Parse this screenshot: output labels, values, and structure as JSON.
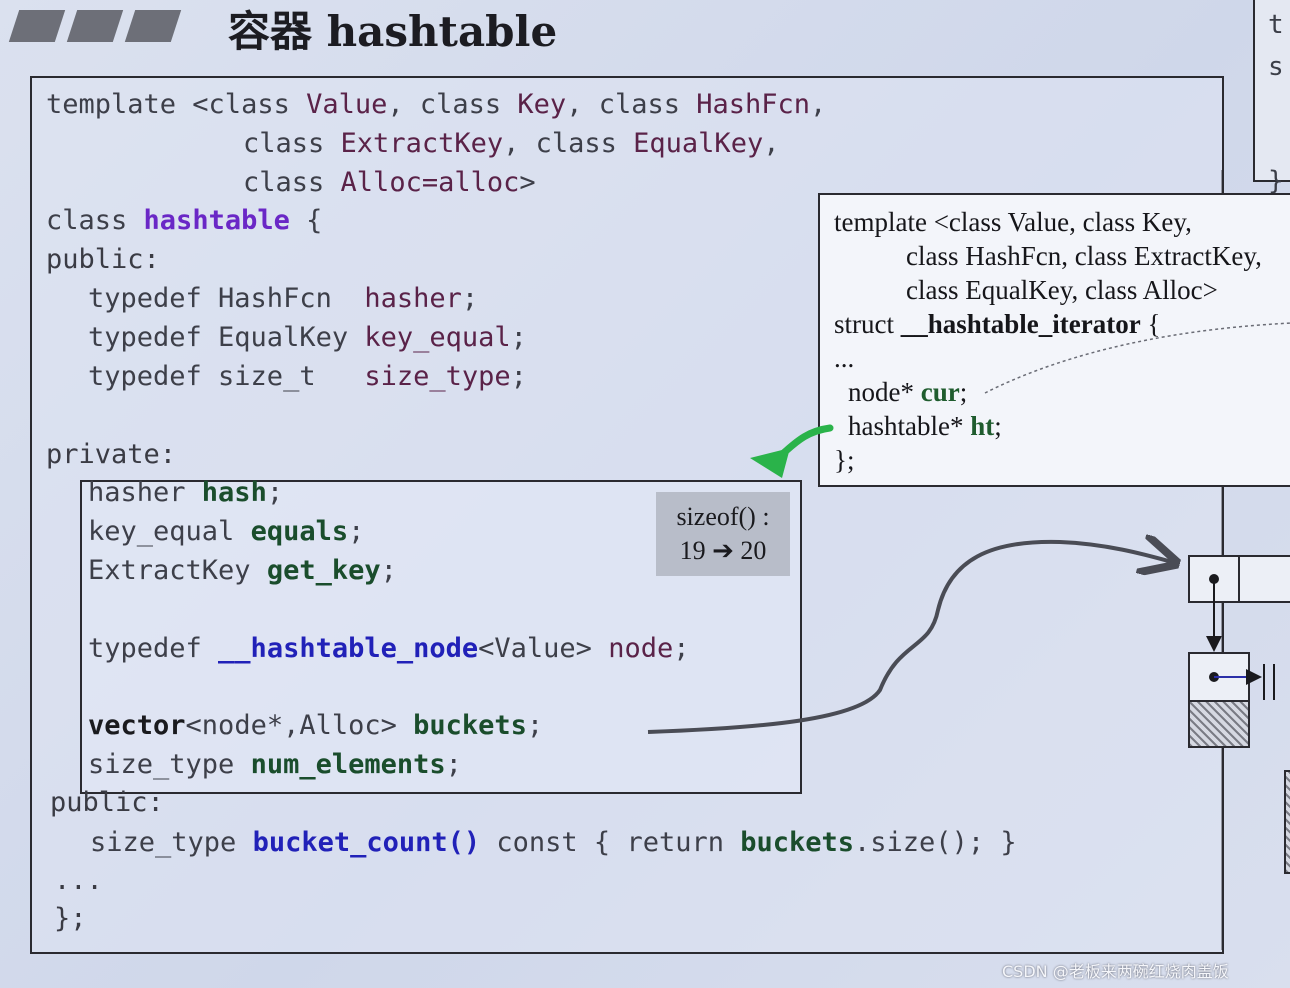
{
  "header": {
    "title": "容器 hashtable"
  },
  "edge_fragment": {
    "lines": [
      "t",
      "s",
      "}"
    ]
  },
  "code": {
    "template_line1": {
      "kw": "template <class ",
      "t1": "Value",
      "sep1": ", class ",
      "t2": "Key",
      "sep2": ", class ",
      "t3": "HashFcn",
      "end": ","
    },
    "template_line2": {
      "kw": "class ",
      "t1": "ExtractKey",
      "sep1": ", class ",
      "t2": "EqualKey",
      "end": ","
    },
    "template_line3": {
      "kw": "class ",
      "t1": "Alloc=alloc",
      "end": ">"
    },
    "class_line": {
      "kw": "class ",
      "name": "hashtable",
      "end": " {"
    },
    "public1": "public:",
    "typedef1": {
      "kw": "typedef HashFcn  ",
      "name": "hasher",
      "end": ";"
    },
    "typedef2": {
      "kw": "typedef EqualKey ",
      "name": "key_equal",
      "end": ";"
    },
    "typedef3": {
      "kw": "typedef size_t   ",
      "name": "size_type",
      "end": ";"
    },
    "private": "private:",
    "member1": {
      "type": "hasher ",
      "name": "hash",
      "end": ";"
    },
    "member2": {
      "type": "key_equal ",
      "name": "equals",
      "end": ";"
    },
    "member3": {
      "type": "ExtractKey ",
      "name": "get_key",
      "end": ";"
    },
    "member4": {
      "kw": "typedef ",
      "name": "__hashtable_node",
      "rest": "<Value> ",
      "alias": "node",
      "end": ";"
    },
    "member5": {
      "type": "vector",
      "args": "<node*,Alloc> ",
      "name": "buckets",
      "end": ";"
    },
    "member6": {
      "type": "size_type ",
      "name": "num_elements",
      "end": ";"
    },
    "public2": "public:",
    "method": {
      "type": "size_type ",
      "name": "bucket_count()",
      "mid": " const { return ",
      "ref": "buckets",
      "call": ".size(); }"
    },
    "ellipsis": "...",
    "close": "};"
  },
  "sizeof_note": {
    "line1": "sizeof() :",
    "from": "19",
    "arrow": "➔",
    "to": "20"
  },
  "iterator_box": {
    "line1": "template <class Value, class Key,",
    "line2": "class HashFcn, class ExtractKey,",
    "line3": "class EqualKey, class Alloc>",
    "line4_kw": "struct ",
    "line4_name": "__hashtable_iterator",
    "line4_end": " {",
    "line5": "...",
    "line6_type": "node* ",
    "line6_name": "cur",
    "line6_end": ";",
    "line7_type": "hashtable* ",
    "line7_name": "ht",
    "line7_end": ";",
    "line8": "};"
  },
  "watermark": "CSDN @老板来两碗红烧肉盖饭"
}
